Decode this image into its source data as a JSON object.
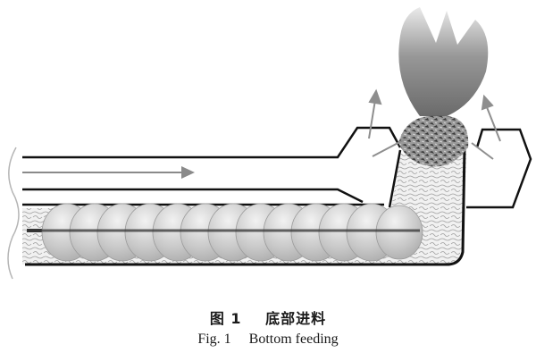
{
  "figure": {
    "description": "Schematic of a bottom-feeding screw conveyor pushing fuel upward into a burning zone",
    "screw_flight_count": 13,
    "air_flow_arrow_direction": "right",
    "flame_arrows": 4,
    "colors": {
      "wall_stroke": "#111111",
      "arrow_gray": "#8a8a8a",
      "flame_dark": "#6a6a6a",
      "flame_light": "#d0d0d0",
      "fuel_fill": "#e6e6e6",
      "flight_fill": "#cfcfcf"
    }
  },
  "caption": {
    "cn_label": "图 1",
    "cn_title": "底部进料",
    "en_label": "Fig. 1",
    "en_title": "Bottom feeding"
  }
}
